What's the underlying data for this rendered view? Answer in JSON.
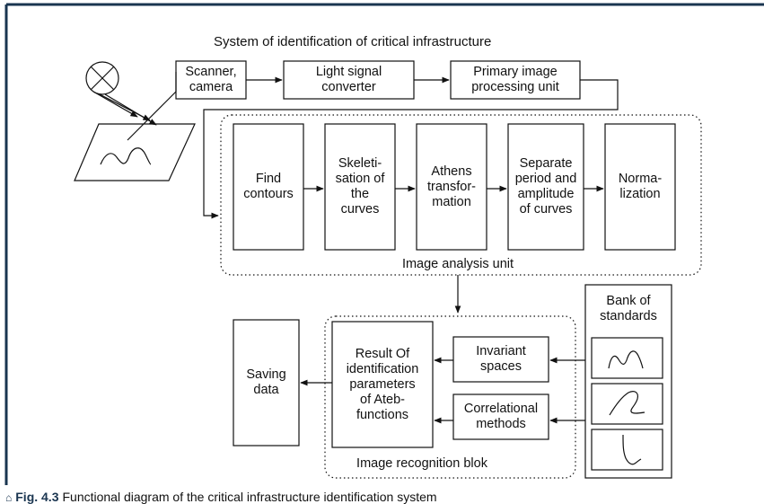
{
  "diagram": {
    "title": "System of identification of critical infrastructure",
    "top_chain": {
      "scanner": "Scanner,\ncamera",
      "converter": "Light signal\nconverter",
      "primary": "Primary image\nprocessing unit"
    },
    "analysis_unit": {
      "label": "Image analysis unit",
      "steps": [
        "Find\ncontours",
        "Skeleti-\nsation of\nthe\ncurves",
        "Athens\ntransfor-\nmation",
        "Separate\nperiod and\namplitude\nof curves",
        "Norma-\nlization"
      ]
    },
    "recognition_unit": {
      "label": "Image recognition blok",
      "result": "Result Of\nidentification\nparameters\nof Ateb-\nfunctions",
      "invariant": "Invariant\nspaces",
      "correlational": "Correlational\nmethods"
    },
    "saving": "Saving\ndata",
    "bank": "Bank of\nstandards"
  },
  "caption": {
    "marker": "⌂",
    "fig_label": "Fig. 4.3",
    "text": "Functional diagram of the critical infrastructure identification system"
  },
  "colors": {
    "frame": "#1a3550",
    "line": "#111111"
  }
}
